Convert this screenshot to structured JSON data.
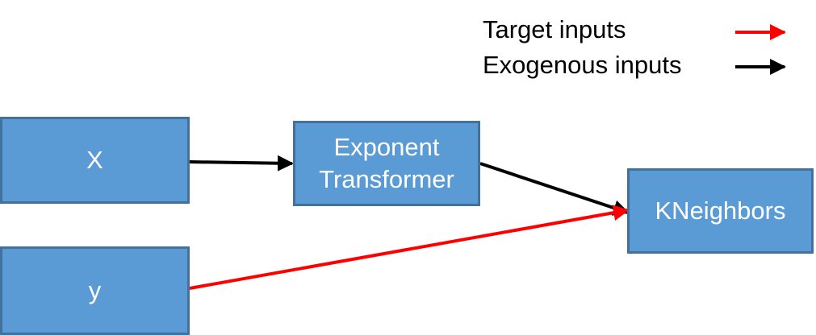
{
  "legend": {
    "target_label": "Target inputs",
    "exogenous_label": "Exogenous inputs",
    "target_color": "#ff0000",
    "exogenous_color": "#000000"
  },
  "nodes": {
    "x": {
      "label": "X"
    },
    "y": {
      "label": "y"
    },
    "exponent_transformer": {
      "line1": "Exponent",
      "line2": "Transformer"
    },
    "kneighbors": {
      "label": "KNeighbors"
    }
  },
  "edges": [
    {
      "from": "X",
      "to": "Exponent Transformer",
      "type": "exogenous"
    },
    {
      "from": "Exponent Transformer",
      "to": "KNeighbors",
      "type": "exogenous"
    },
    {
      "from": "y",
      "to": "KNeighbors",
      "type": "target"
    }
  ],
  "colors": {
    "node_fill": "#5b9bd5",
    "node_border": "#41719c",
    "node_text": "#ffffff"
  }
}
